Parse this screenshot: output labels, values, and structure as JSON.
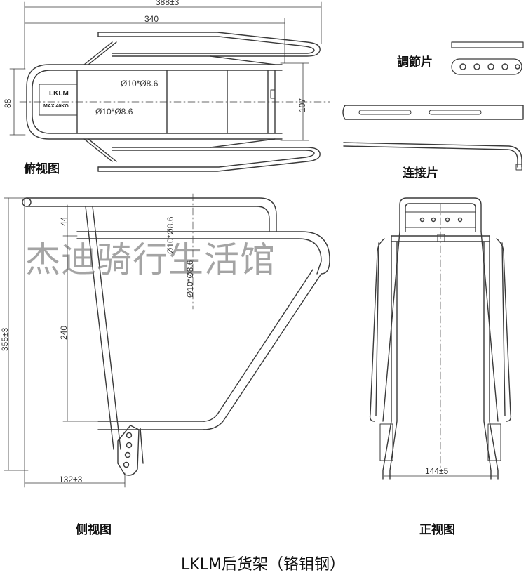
{
  "top_view": {
    "label": "俯视图",
    "dim_overall_length": "388±3",
    "dim_length": "340",
    "dim_width_left": "88",
    "dim_width_right": "107",
    "tube_label_1": "Ø10*Ø8.6",
    "tube_label_2": "Ø10*Ø8.6",
    "plate_brand": "LKLM",
    "plate_max_load": "MAX.40KG"
  },
  "side_view": {
    "label": "侧视图",
    "dim_height": "355±3",
    "dim_44": "44",
    "dim_240": "240",
    "dim_bottom": "132±3",
    "tube_label_1": "Ø10*Ø8.6",
    "tube_label_2": "Ø10*Ø8.6"
  },
  "front_view": {
    "label": "正视图",
    "dim_width": "144±5"
  },
  "parts": {
    "adjust_plate_label": "調節片",
    "connector_label": "连接片"
  },
  "watermark": "杰迪骑行生活馆",
  "title": "LKLM后货架（铬钼钢）"
}
